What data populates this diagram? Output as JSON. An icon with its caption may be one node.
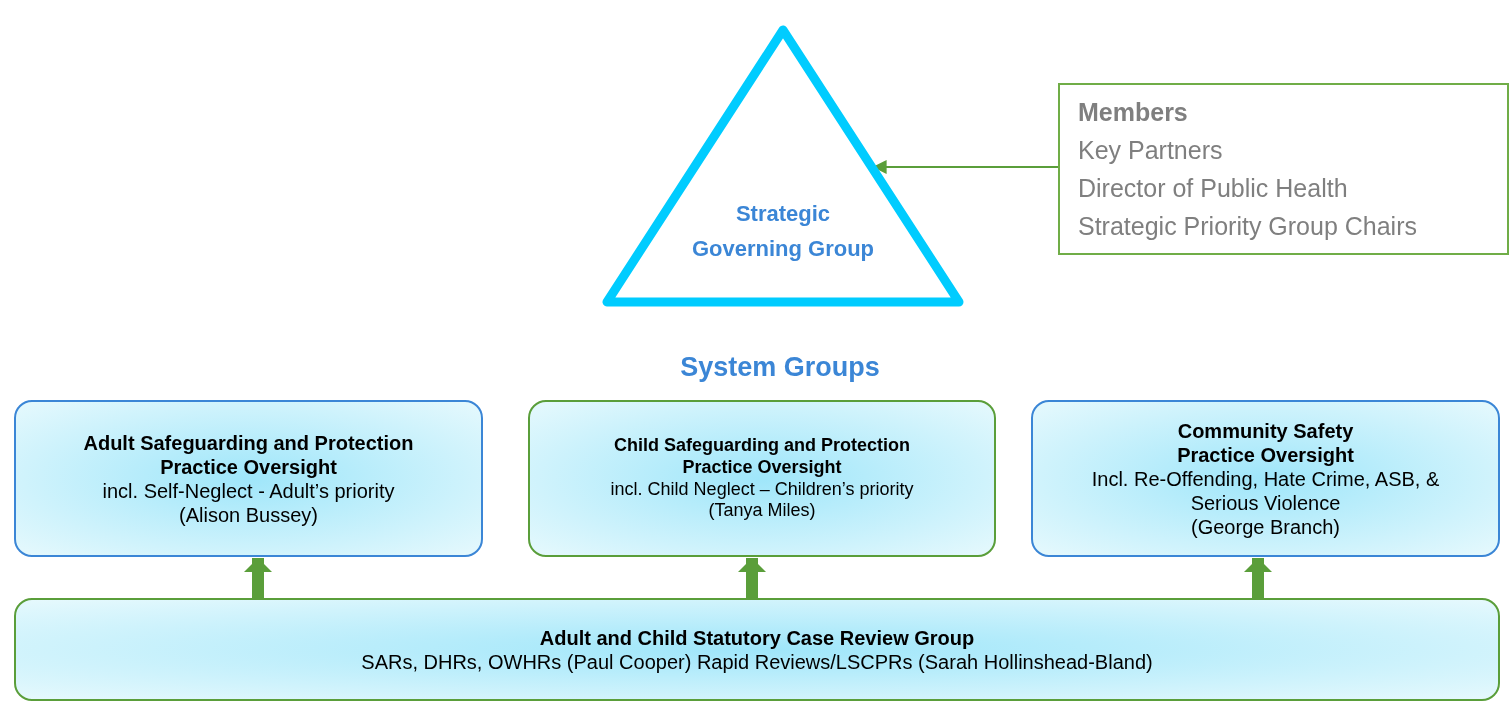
{
  "diagram": {
    "nodes": [
      {
        "text": [
          "Strategic Governing Group"
        ]
      },
      {
        "text": [
          "Members",
          "Key Partners",
          "Director of Public Health",
          "Strategic Priority Group Chairs"
        ]
      },
      {
        "text": [
          "Adult Safeguarding and Protection Practice Oversight",
          "incl. Self-Neglect - Adult’s priority",
          "(Alison Bussey)"
        ]
      },
      {
        "text": [
          "Child Safeguarding and Protection Practice Oversight",
          "incl. Child Neglect – Children’s priority",
          "(Tanya Miles)"
        ]
      },
      {
        "text": [
          "Community Safety Practice Oversight",
          "Incl. Re-Offending, Hate Crime, ASB, & Serious Violence",
          "(George Branch)"
        ]
      },
      {
        "text": [
          "Adult and Child Statutory Case Review Group",
          "SARs, DHRs, OWHRs (Paul Cooper) Rapid Reviews/LSCPRs (Sarah Hollinshead-Bland)"
        ]
      }
    ],
    "edges": [
      {
        "from": 1,
        "to": 0,
        "arrow": "to"
      },
      {
        "from": 5,
        "to": 2,
        "arrow": "to"
      },
      {
        "from": 5,
        "to": 3,
        "arrow": "to"
      },
      {
        "from": 5,
        "to": 4,
        "arrow": "to"
      }
    ],
    "labels": [
      "System Groups"
    ]
  }
}
